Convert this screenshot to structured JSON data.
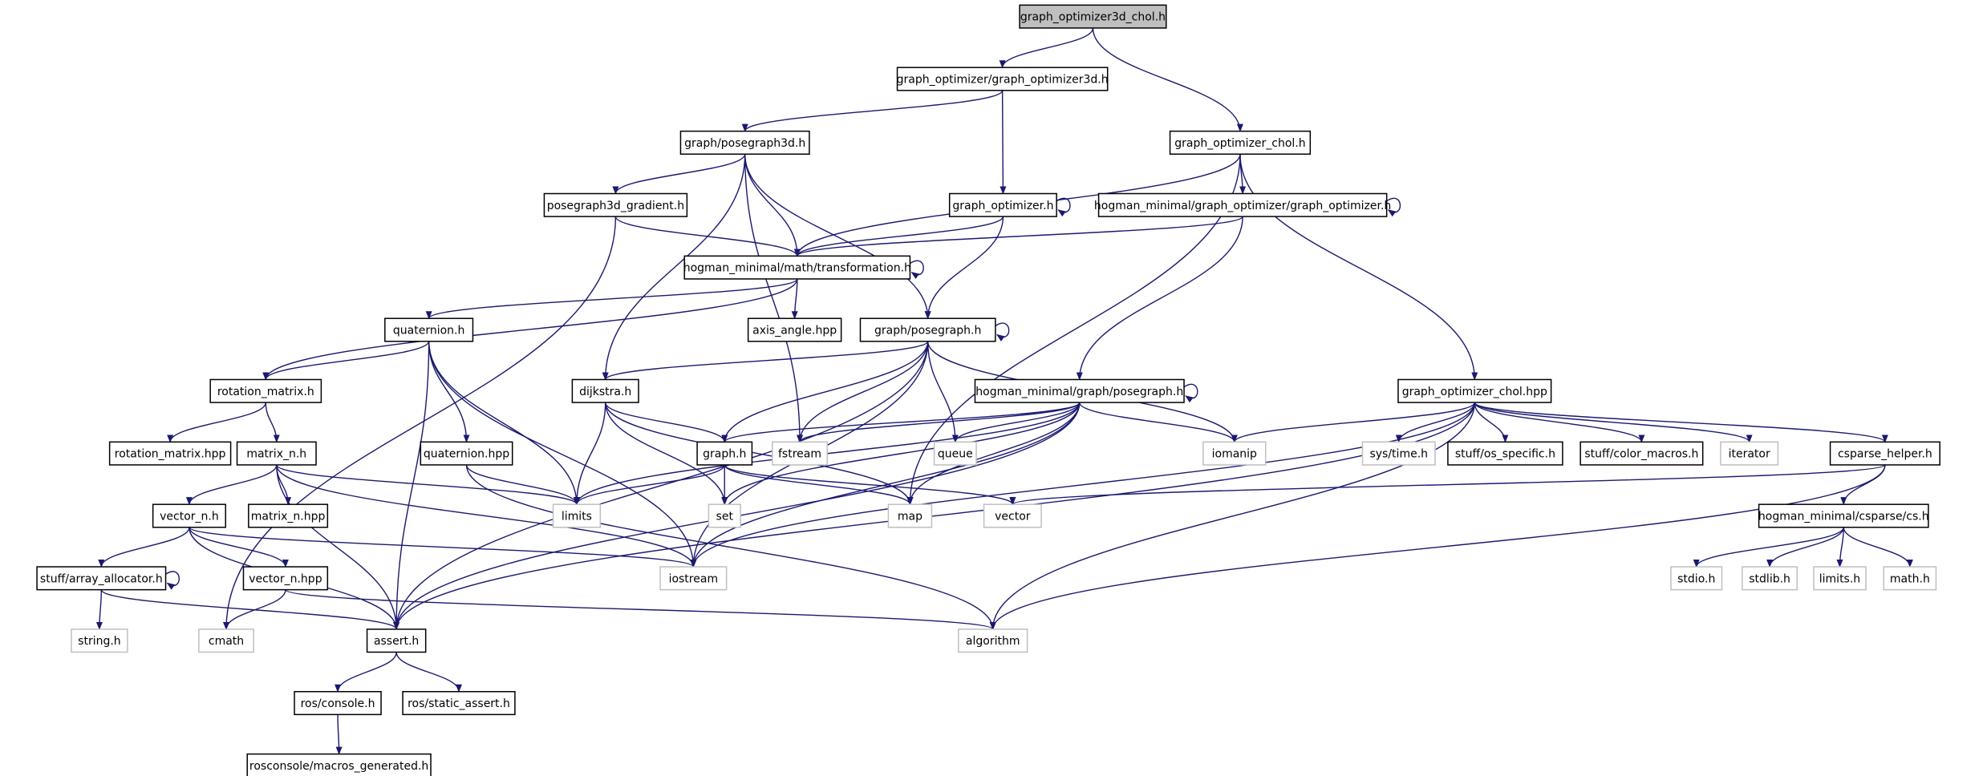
{
  "colors": {
    "edge": "#191970",
    "root_fill": "#bfbfbf",
    "node_border": "#000000",
    "system_border": "#bfbfbf",
    "background": "#ffffff"
  },
  "nodes": [
    {
      "id": "root",
      "label": "graph_optimizer3d_chol.h",
      "kind": "root"
    },
    {
      "id": "go3d",
      "label": "graph_optimizer/graph_optimizer3d.h",
      "kind": "header"
    },
    {
      "id": "pg3d",
      "label": "graph/posegraph3d.h",
      "kind": "header"
    },
    {
      "id": "gochol",
      "label": "graph_optimizer_chol.h",
      "kind": "header"
    },
    {
      "id": "pg3dgrad",
      "label": "posegraph3d_gradient.h",
      "kind": "header"
    },
    {
      "id": "goh",
      "label": "graph_optimizer.h",
      "kind": "header"
    },
    {
      "id": "hm_go",
      "label": "hogman_minimal/graph_optimizer/graph_optimizer.h",
      "kind": "header"
    },
    {
      "id": "transf",
      "label": "hogman_minimal/math/transformation.h",
      "kind": "header"
    },
    {
      "id": "axis",
      "label": "axis_angle.hpp",
      "kind": "header"
    },
    {
      "id": "quat",
      "label": "quaternion.h",
      "kind": "header"
    },
    {
      "id": "pgh",
      "label": "graph/posegraph.h",
      "kind": "header"
    },
    {
      "id": "rotm",
      "label": "rotation_matrix.h",
      "kind": "header"
    },
    {
      "id": "dijk",
      "label": "dijkstra.h",
      "kind": "header"
    },
    {
      "id": "hm_pg",
      "label": "hogman_minimal/graph/posegraph.h",
      "kind": "header"
    },
    {
      "id": "gochpp",
      "label": "graph_optimizer_chol.hpp",
      "kind": "header"
    },
    {
      "id": "rotmhpp",
      "label": "rotation_matrix.hpp",
      "kind": "header"
    },
    {
      "id": "matn",
      "label": "matrix_n.h",
      "kind": "header"
    },
    {
      "id": "quathpp",
      "label": "quaternion.hpp",
      "kind": "header"
    },
    {
      "id": "graphh",
      "label": "graph.h",
      "kind": "header"
    },
    {
      "id": "fstream",
      "label": "fstream",
      "kind": "system"
    },
    {
      "id": "queue",
      "label": "queue",
      "kind": "system"
    },
    {
      "id": "iomanip",
      "label": "iomanip",
      "kind": "system"
    },
    {
      "id": "systime",
      "label": "sys/time.h",
      "kind": "system"
    },
    {
      "id": "osspec",
      "label": "stuff/os_specific.h",
      "kind": "header"
    },
    {
      "id": "colmac",
      "label": "stuff/color_macros.h",
      "kind": "header"
    },
    {
      "id": "iterator",
      "label": "iterator",
      "kind": "system"
    },
    {
      "id": "cshelp",
      "label": "csparse_helper.h",
      "kind": "header"
    },
    {
      "id": "vecn",
      "label": "vector_n.h",
      "kind": "header"
    },
    {
      "id": "matnhpp",
      "label": "matrix_n.hpp",
      "kind": "header"
    },
    {
      "id": "limits",
      "label": "limits",
      "kind": "system"
    },
    {
      "id": "set",
      "label": "set",
      "kind": "system"
    },
    {
      "id": "map",
      "label": "map",
      "kind": "system"
    },
    {
      "id": "vector",
      "label": "vector",
      "kind": "system"
    },
    {
      "id": "csh",
      "label": "hogman_minimal/csparse/cs.h",
      "kind": "header"
    },
    {
      "id": "arralloc",
      "label": "stuff/array_allocator.h",
      "kind": "header"
    },
    {
      "id": "vecnhpp",
      "label": "vector_n.hpp",
      "kind": "header"
    },
    {
      "id": "iostream",
      "label": "iostream",
      "kind": "system"
    },
    {
      "id": "stdio",
      "label": "stdio.h",
      "kind": "system"
    },
    {
      "id": "stdlib",
      "label": "stdlib.h",
      "kind": "system"
    },
    {
      "id": "limitsh",
      "label": "limits.h",
      "kind": "system"
    },
    {
      "id": "math",
      "label": "math.h",
      "kind": "system"
    },
    {
      "id": "stringh",
      "label": "string.h",
      "kind": "system"
    },
    {
      "id": "cmath",
      "label": "cmath",
      "kind": "system"
    },
    {
      "id": "assert",
      "label": "assert.h",
      "kind": "header"
    },
    {
      "id": "algorithm",
      "label": "algorithm",
      "kind": "system"
    },
    {
      "id": "roscons",
      "label": "ros/console.h",
      "kind": "header"
    },
    {
      "id": "rosstat",
      "label": "ros/static_assert.h",
      "kind": "header"
    },
    {
      "id": "rosmac",
      "label": "rosconsole/macros_generated.h",
      "kind": "header"
    }
  ],
  "edges": [
    [
      "root",
      "go3d"
    ],
    [
      "root",
      "gochol"
    ],
    [
      "go3d",
      "pg3d"
    ],
    [
      "go3d",
      "goh"
    ],
    [
      "pg3d",
      "pg3dgrad"
    ],
    [
      "pg3d",
      "transf"
    ],
    [
      "pg3d",
      "dijk"
    ],
    [
      "pg3d",
      "fstream"
    ],
    [
      "pg3d",
      "pgh"
    ],
    [
      "gochol",
      "transf"
    ],
    [
      "gochol",
      "hm_go"
    ],
    [
      "gochol",
      "gochpp"
    ],
    [
      "gochol",
      "map"
    ],
    [
      "pg3dgrad",
      "transf"
    ],
    [
      "pg3dgrad",
      "cmath"
    ],
    [
      "goh",
      "goh"
    ],
    [
      "goh",
      "transf"
    ],
    [
      "goh",
      "pgh"
    ],
    [
      "hm_go",
      "hm_go"
    ],
    [
      "hm_go",
      "transf"
    ],
    [
      "hm_go",
      "hm_pg"
    ],
    [
      "transf",
      "transf"
    ],
    [
      "transf",
      "axis"
    ],
    [
      "transf",
      "quat"
    ],
    [
      "transf",
      "rotm"
    ],
    [
      "quat",
      "rotm"
    ],
    [
      "quat",
      "quathpp"
    ],
    [
      "quat",
      "limits"
    ],
    [
      "quat",
      "iostream"
    ],
    [
      "quat",
      "assert"
    ],
    [
      "pgh",
      "pgh"
    ],
    [
      "pgh",
      "dijk"
    ],
    [
      "pgh",
      "graphh"
    ],
    [
      "pgh",
      "fstream"
    ],
    [
      "pgh",
      "queue"
    ],
    [
      "pgh",
      "iomanip"
    ],
    [
      "pgh",
      "iostream"
    ],
    [
      "pgh",
      "assert"
    ],
    [
      "rotm",
      "rotmhpp"
    ],
    [
      "rotm",
      "matn"
    ],
    [
      "dijk",
      "graphh"
    ],
    [
      "dijk",
      "limits"
    ],
    [
      "dijk",
      "set"
    ],
    [
      "dijk",
      "map"
    ],
    [
      "hm_pg",
      "hm_pg"
    ],
    [
      "hm_pg",
      "graphh"
    ],
    [
      "hm_pg",
      "fstream"
    ],
    [
      "hm_pg",
      "queue"
    ],
    [
      "hm_pg",
      "iomanip"
    ],
    [
      "hm_pg",
      "limits"
    ],
    [
      "hm_pg",
      "set"
    ],
    [
      "hm_pg",
      "map"
    ],
    [
      "hm_pg",
      "iostream"
    ],
    [
      "hm_pg",
      "assert"
    ],
    [
      "gochpp",
      "iomanip"
    ],
    [
      "gochpp",
      "systime"
    ],
    [
      "gochpp",
      "osspec"
    ],
    [
      "gochpp",
      "colmac"
    ],
    [
      "gochpp",
      "iterator"
    ],
    [
      "gochpp",
      "cshelp"
    ],
    [
      "gochpp",
      "iostream"
    ],
    [
      "gochpp",
      "assert"
    ],
    [
      "gochpp",
      "algorithm"
    ],
    [
      "matn",
      "vecn"
    ],
    [
      "matn",
      "matnhpp"
    ],
    [
      "matn",
      "limits"
    ],
    [
      "matn",
      "iostream"
    ],
    [
      "matn",
      "assert"
    ],
    [
      "quathpp",
      "limits"
    ],
    [
      "quathpp",
      "algorithm"
    ],
    [
      "graphh",
      "limits"
    ],
    [
      "graphh",
      "set"
    ],
    [
      "graphh",
      "map"
    ],
    [
      "graphh",
      "vector"
    ],
    [
      "cshelp",
      "vector"
    ],
    [
      "cshelp",
      "csh"
    ],
    [
      "cshelp",
      "algorithm"
    ],
    [
      "csh",
      "stdio"
    ],
    [
      "csh",
      "stdlib"
    ],
    [
      "csh",
      "limitsh"
    ],
    [
      "csh",
      "math"
    ],
    [
      "vecn",
      "arralloc"
    ],
    [
      "vecn",
      "vecnhpp"
    ],
    [
      "vecn",
      "iostream"
    ],
    [
      "vecn",
      "assert"
    ],
    [
      "arralloc",
      "arralloc"
    ],
    [
      "arralloc",
      "stringh"
    ],
    [
      "arralloc",
      "assert"
    ],
    [
      "vecnhpp",
      "cmath"
    ],
    [
      "vecnhpp",
      "algorithm"
    ],
    [
      "assert",
      "roscons"
    ],
    [
      "assert",
      "rosstat"
    ],
    [
      "roscons",
      "rosmac"
    ]
  ]
}
